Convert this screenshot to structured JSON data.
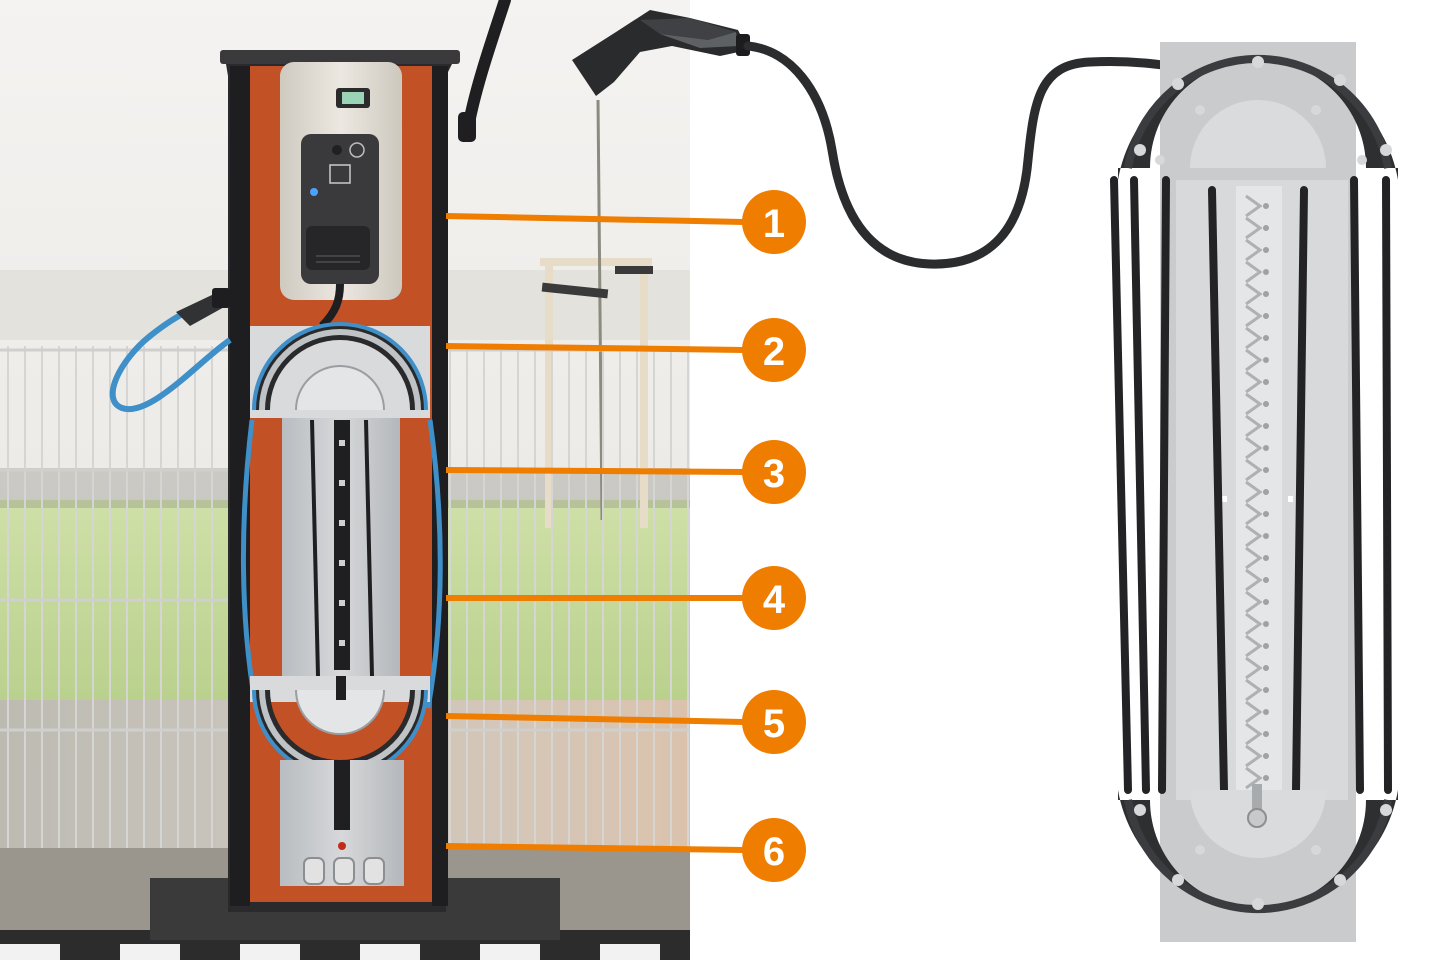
{
  "callouts": [
    {
      "label": "1"
    },
    {
      "label": "2"
    },
    {
      "label": "3"
    },
    {
      "label": "4"
    },
    {
      "label": "5"
    },
    {
      "label": "6"
    }
  ],
  "colors": {
    "accent": "#ee7d00",
    "housing": "#2a2a2c",
    "interior": "#d4582a",
    "cable_blue": "#3f8fc9",
    "cable_black": "#1f1f21",
    "plate": "#cfd2d5",
    "wallbox": "#e4e0d8"
  },
  "icons": [
    "charging-plug-icon",
    "led-indicator-icon",
    "charging-symbol-icon"
  ]
}
